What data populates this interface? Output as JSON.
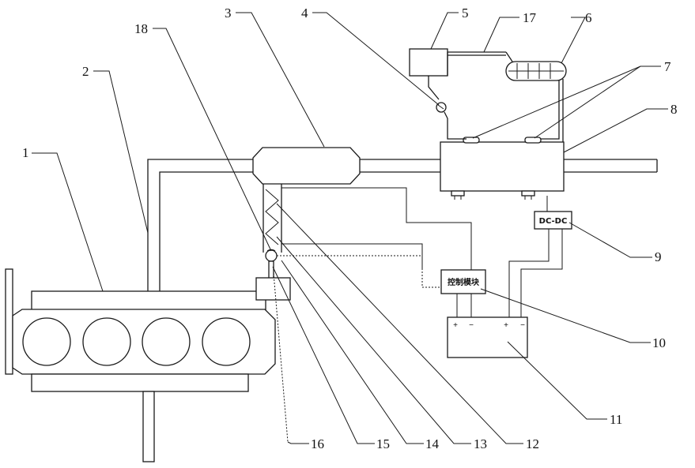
{
  "callouts": [
    "1",
    "2",
    "3",
    "4",
    "5",
    "6",
    "7",
    "8",
    "9",
    "10",
    "11",
    "12",
    "13",
    "14",
    "15",
    "16",
    "17",
    "18"
  ],
  "components": {
    "dcdc_label": "DC-DC",
    "control_label": "控制模块",
    "plus_sign": "+",
    "minus_sign": "−"
  }
}
